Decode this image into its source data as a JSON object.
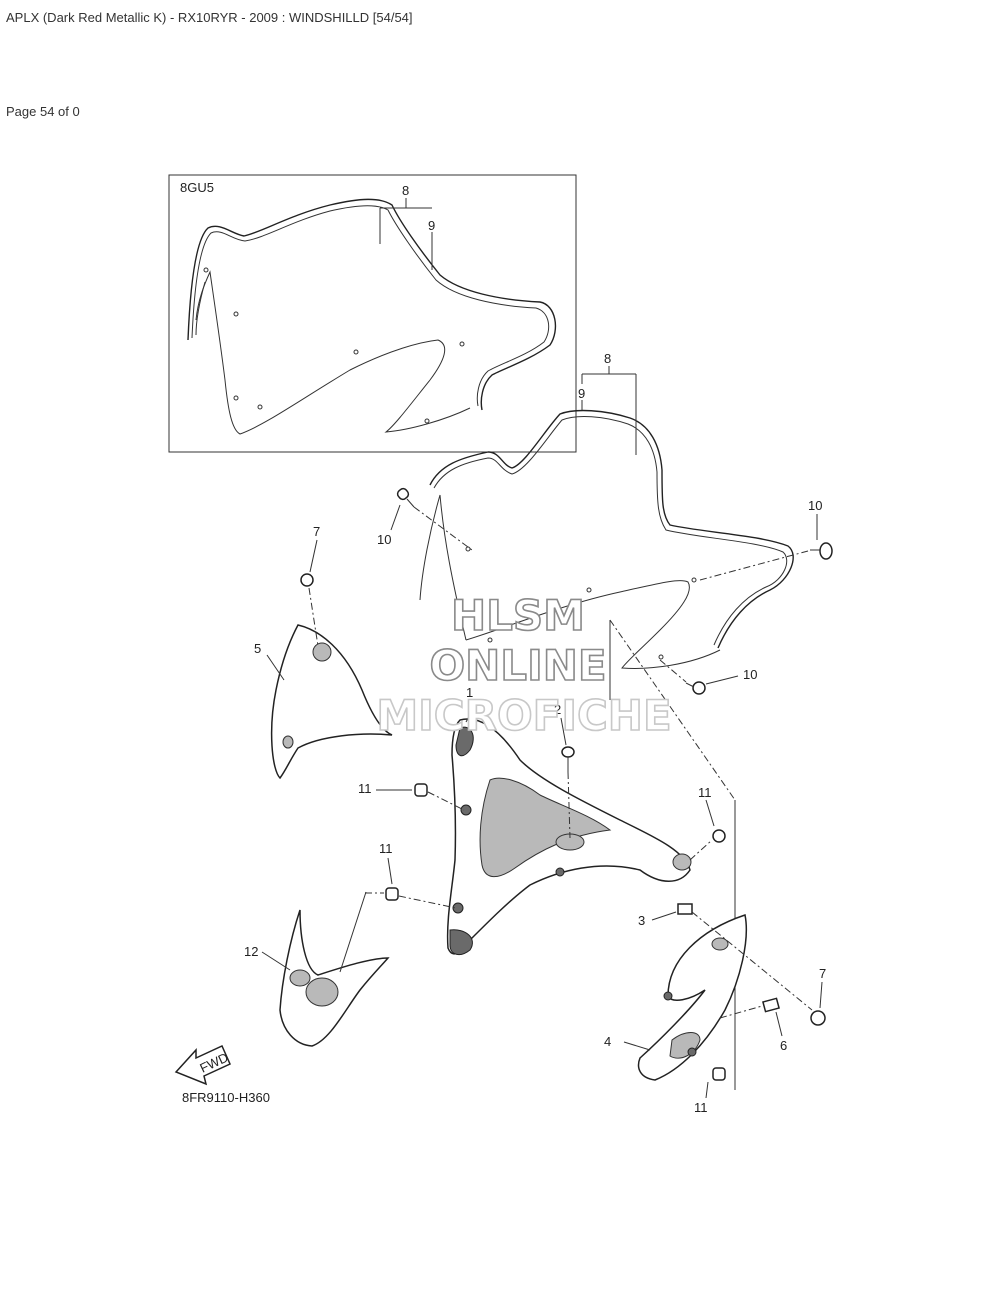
{
  "header": {
    "title": "APLX (Dark Red Metallic K) - RX10RYR - 2009 : WINDSHILLD [54/54]"
  },
  "page": {
    "indicator": "Page 54 of 0"
  },
  "diagram": {
    "inset_label": "8GU5",
    "code": "8FR9110-H360",
    "fwd_label": "FWD",
    "watermark": [
      "HLSM",
      "ONLINE",
      "MICROFICHE"
    ],
    "callouts": {
      "c8a": "8",
      "c9a": "9",
      "c8b": "8",
      "c9b": "9",
      "c10a": "10",
      "c10b": "10",
      "c10c": "10",
      "c7a": "7",
      "c5": "5",
      "c1": "1",
      "c2": "2",
      "c11a": "11",
      "c11b": "11",
      "c11c": "11",
      "c11d": "11",
      "c12": "12",
      "c3": "3",
      "c7b": "7",
      "c6": "6",
      "c4": "4"
    }
  }
}
